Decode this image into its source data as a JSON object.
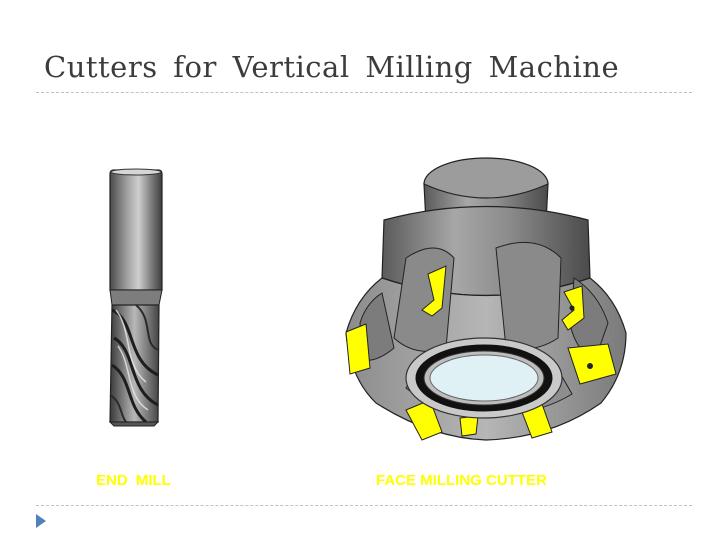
{
  "slide": {
    "title": "Cutters  for  Vertical  Milling  Machine"
  },
  "figures": {
    "end_mill": {
      "label": "END  MILL",
      "icon": "end-mill-icon"
    },
    "face_mill": {
      "label": "FACE MILLING CUTTER",
      "icon": "face-milling-cutter-icon"
    }
  },
  "colors": {
    "title": "#3c3c3c",
    "labels": "#ffff00",
    "inserts": "#ffff00",
    "rule": "#b7c4cf",
    "bullet": "#4f81bd"
  }
}
